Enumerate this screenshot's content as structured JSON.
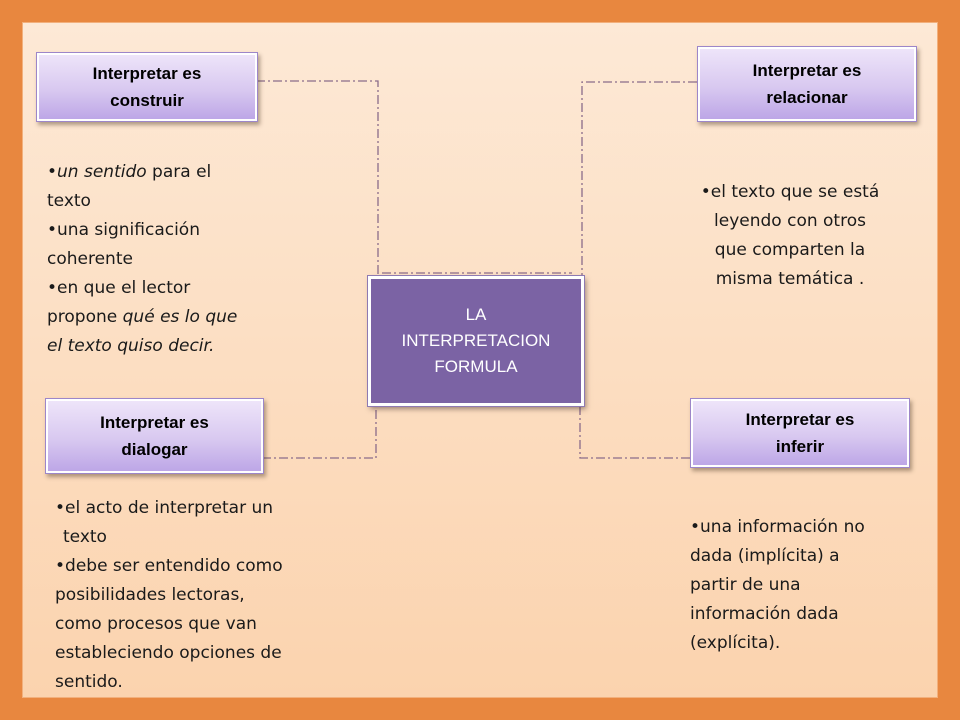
{
  "center": {
    "lines": [
      "LA",
      "INTERPRETACION",
      "FORMULA"
    ]
  },
  "boxes": {
    "construir": {
      "line1": "Interpretar es",
      "line2": "construir"
    },
    "relacionar": {
      "line1": "Interpretar es",
      "line2": "relacionar"
    },
    "dialogar": {
      "line1": "Interpretar es",
      "line2": "dialogar"
    },
    "inferir": {
      "line1": "Interpretar es",
      "line2": "inferir"
    }
  },
  "texts": {
    "construir": {
      "b1_italic": "un sentido",
      "b1_rest": " para el",
      "b1_line2": "texto",
      "b2": "una significación",
      "b2_line2": "coherente",
      "b3": "en que el lector",
      "b3_line2_plain": "propone ",
      "b3_line2_italic": "qué es lo que",
      "b3_line3_italic": "el texto quiso decir."
    },
    "relacionar": {
      "line1": "el texto que se está",
      "line2": "leyendo con otros",
      "line3": "que comparten la",
      "line4": "misma temática ."
    },
    "dialogar": {
      "b1": "el acto de interpretar un",
      "b1_line2": "texto",
      "b2": "debe ser entendido como",
      "line3": "posibilidades lectoras,",
      "line4": "como procesos que van",
      "line5": "estableciendo opciones de",
      "line6": "sentido."
    },
    "inferir": {
      "b1": "una información no",
      "line2": "dada (implícita) a",
      "line3": "partir de una",
      "line4": "información dada",
      "line5": "(explícita)."
    }
  },
  "bullet": "•"
}
